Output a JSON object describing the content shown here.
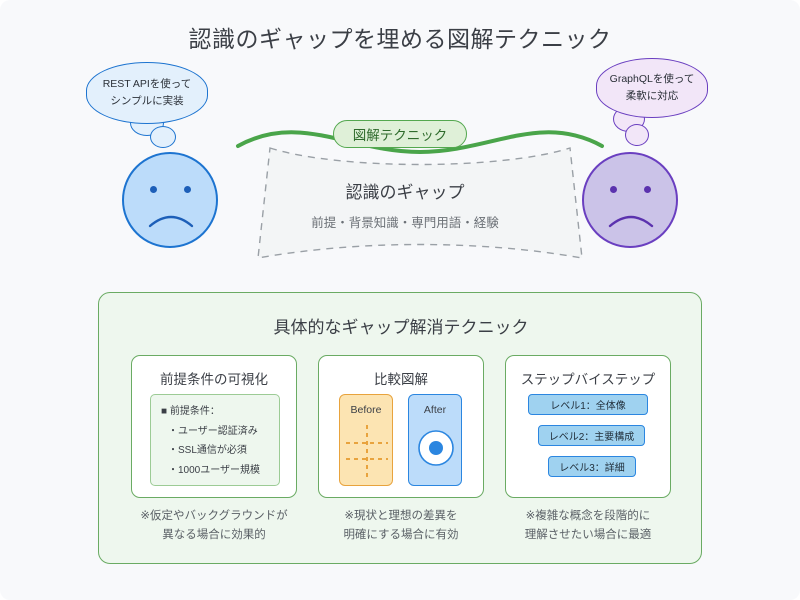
{
  "page": {
    "title": "認識のギャップを埋める図解テクニック",
    "background_color": "#f8f9fb"
  },
  "personas": {
    "left": {
      "bubble_line1": "REST APIを使って",
      "bubble_line2": "シンプルに実装",
      "face_icon": "sad-face-icon",
      "fill_color": "#bcdcfa",
      "stroke_color": "#1d74d0"
    },
    "right": {
      "bubble_line1": "GraphQLを使って",
      "bubble_line2": "柔軟に対応",
      "face_icon": "sad-face-icon",
      "fill_color": "#cbc3e8",
      "stroke_color": "#6a3fc0"
    }
  },
  "gap": {
    "badge_label": "図解テクニック",
    "badge_color": "#54a84f",
    "title": "認識のギャップ",
    "subtitle": "前提・背景知識・専門用語・経験"
  },
  "panel": {
    "title": "具体的なギャップ解消テクニック",
    "accent_color": "#6aab63",
    "cards": [
      {
        "title": "前提条件の可視化",
        "caption_line1": "※仮定やバックグラウンドが",
        "caption_line2": "異なる場合に効果的",
        "prereq_heading": "■ 前提条件：",
        "prereq_items": [
          "・ユーザー認証済み",
          "・SSL通信が必須",
          "・1000ユーザー規模"
        ]
      },
      {
        "title": "比較図解",
        "caption_line1": "※現状と理想の差異を",
        "caption_line2": "明確にする場合に有効",
        "before_label": "Before",
        "after_label": "After",
        "before_color": "#e8a33d",
        "after_color": "#2b86e0"
      },
      {
        "title": "ステップバイステップ",
        "caption_line1": "※複雑な概念を段階的に",
        "caption_line2": "理解させたい場合に最適",
        "steps": [
          "レベル1：全体像",
          "レベル2：主要構成",
          "レベル3：詳細"
        ]
      }
    ]
  }
}
